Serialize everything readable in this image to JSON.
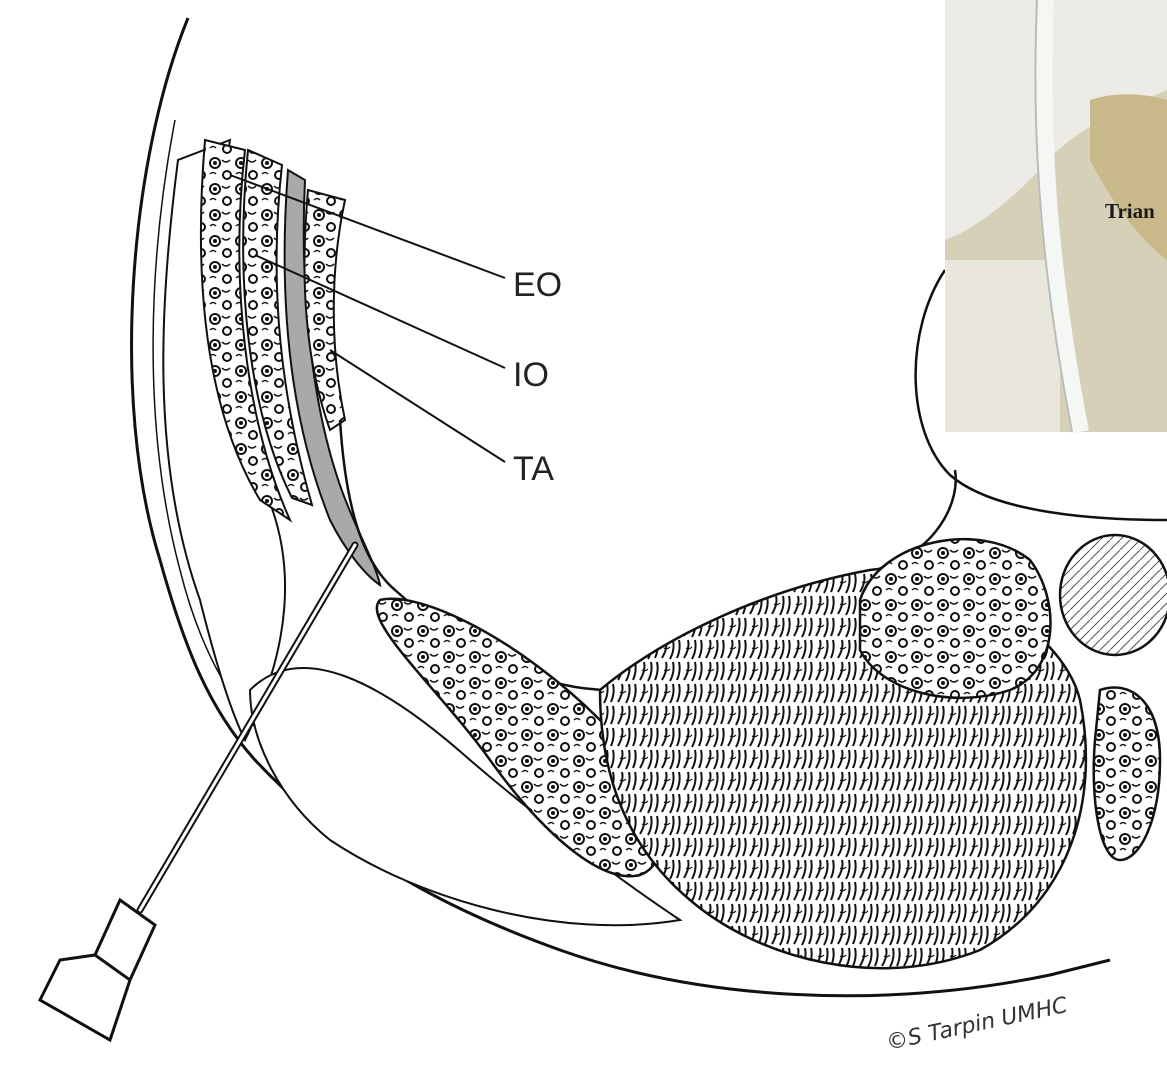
{
  "labels": {
    "eo": "EO",
    "io": "IO",
    "ta": "TA"
  },
  "photo_inset": {
    "text": "Trian"
  },
  "signature": {
    "text": "©S Tarpin UMHC"
  },
  "colors": {
    "ink": "#111111",
    "fascia_grey": "#a9a9a9",
    "photo_bg": "#d9d4c2",
    "glove": "#ecebe6",
    "catheter": "#f4f6f4"
  }
}
